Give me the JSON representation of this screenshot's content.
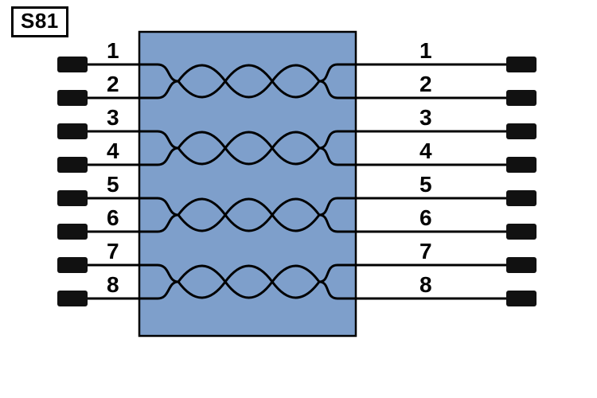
{
  "diagram": {
    "label": "S81",
    "type": "twisted-pair-cable-wiring",
    "colors": {
      "background": "#ffffff",
      "cable_body": "#7e9fcb",
      "outline": "#000000",
      "wire": "#000000",
      "pin": "#111111"
    },
    "left_pin_labels": [
      "1",
      "2",
      "3",
      "4",
      "5",
      "6",
      "7",
      "8"
    ],
    "right_pin_labels": [
      "1",
      "2",
      "3",
      "4",
      "5",
      "6",
      "7",
      "8"
    ],
    "pairs": [
      {
        "top_wire": "1",
        "bottom_wire": "2",
        "twists": 3
      },
      {
        "top_wire": "3",
        "bottom_wire": "4",
        "twists": 3
      },
      {
        "top_wire": "5",
        "bottom_wire": "6",
        "twists": 3
      },
      {
        "top_wire": "7",
        "bottom_wire": "8",
        "twists": 3
      }
    ]
  }
}
